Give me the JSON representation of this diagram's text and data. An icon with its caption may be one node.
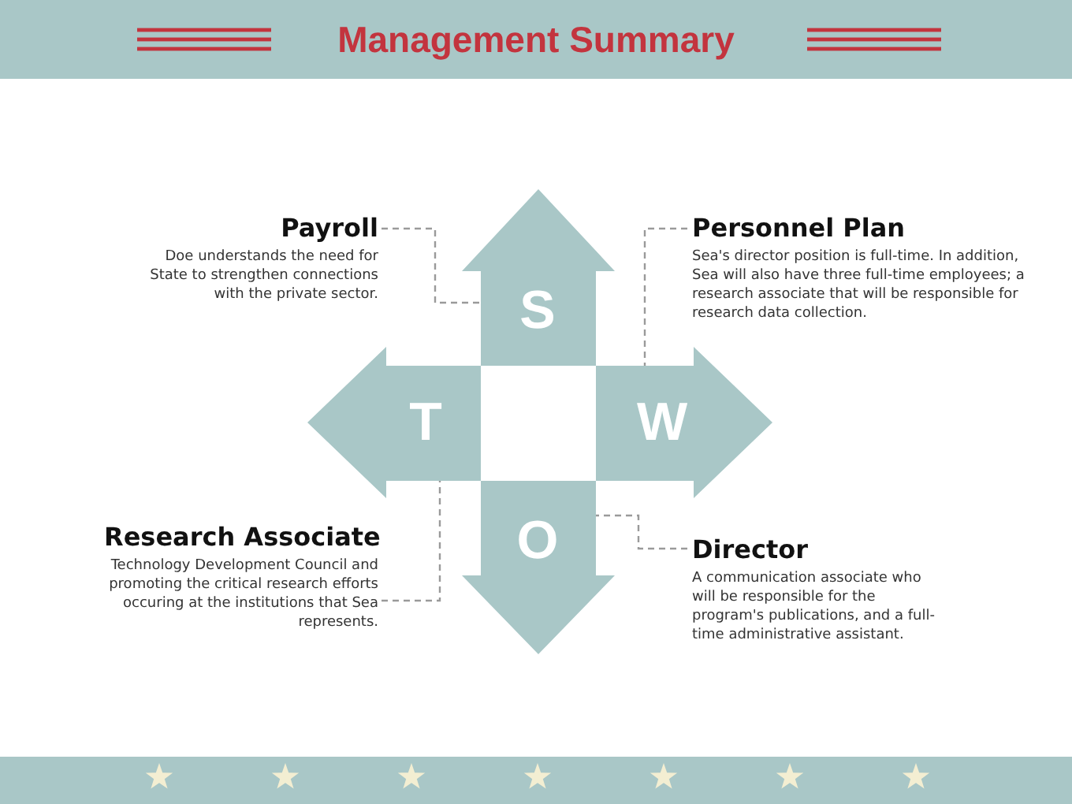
{
  "diagram": {
    "title": "Management Summary",
    "nodes": [
      {
        "text": [
          "Payroll",
          "Doe understands the need for State to strengthen connections with the private sector."
        ]
      },
      {
        "text": [
          "S"
        ]
      },
      {
        "text": [
          "Personnel Plan",
          "Sea's director position is full-time.  In addition, Sea will also have three full-time employees; a research associate that will be responsible for research data collection."
        ]
      },
      {
        "text": [
          "T"
        ]
      },
      {
        "text": [
          "W"
        ]
      },
      {
        "text": [
          "Research Associate",
          "Technology Development Council and promoting the critical research efforts occuring at the institutions that Sea represents."
        ]
      },
      {
        "text": [
          "O"
        ]
      },
      {
        "text": [
          "Director",
          "A communication associate who will be responsible for the program's publications, and a full-time administrative assistant."
        ]
      }
    ],
    "edges": [
      {
        "from": 0,
        "to": 1,
        "arrow": "none",
        "style": "dashed"
      },
      {
        "from": 2,
        "to": 4,
        "arrow": "none",
        "style": "dashed"
      },
      {
        "from": 5,
        "to": 3,
        "arrow": "none",
        "style": "dashed"
      },
      {
        "from": 7,
        "to": 6,
        "arrow": "none",
        "style": "dashed"
      }
    ]
  }
}
